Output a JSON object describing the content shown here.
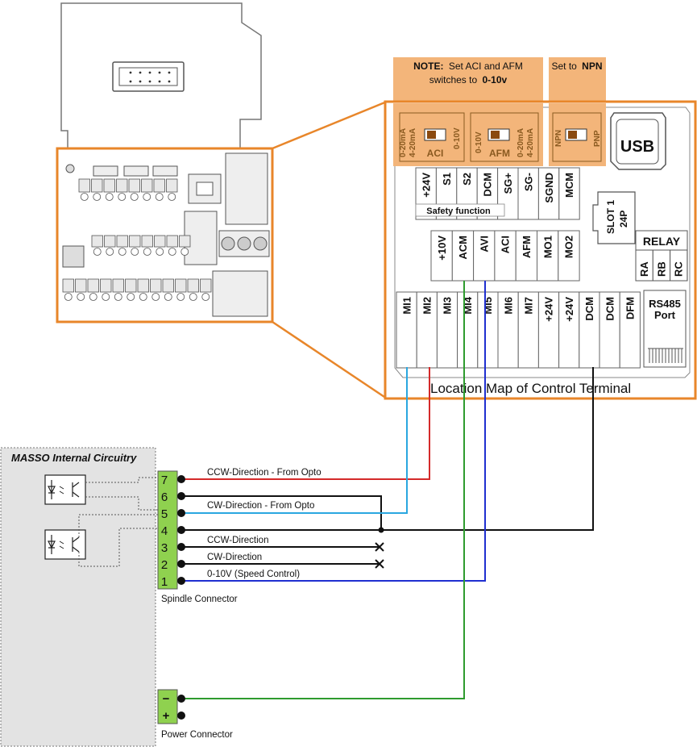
{
  "notes": {
    "note_label": "NOTE:",
    "note_text": "Set ACI and AFM",
    "note_text2": "switches to",
    "note_value": "0-10v",
    "npn_text": "Set to",
    "npn_value": "NPN"
  },
  "switches": {
    "aci": {
      "left1": "0-20mA",
      "left2": "4-20mA",
      "right": "0-10V",
      "name": "ACI"
    },
    "afm": {
      "left": "0-10V",
      "right1": "0-20mA",
      "right2": "4-20mA",
      "name": "AFM"
    },
    "npn": {
      "left": "NPN",
      "right": "PNP"
    }
  },
  "usb_label": "USB",
  "terminal_row1": [
    "+24V",
    "S1",
    "S2",
    "DCM",
    "SG+",
    "SG-",
    "SGND",
    "MCM"
  ],
  "safety_function": "Safety function",
  "slot": {
    "line1": "SLOT 1",
    "line2": "24P"
  },
  "relay": {
    "title": "RELAY",
    "pins": [
      "RA",
      "RB",
      "RC"
    ]
  },
  "terminal_row2": [
    "+10V",
    "ACM",
    "AVI",
    "ACI",
    "AFM",
    "MO1",
    "MO2"
  ],
  "terminal_row3": [
    "MI1",
    "MI2",
    "MI3",
    "MI4",
    "MI5",
    "MI6",
    "MI7",
    "+24V",
    "+24V",
    "DCM",
    "DCM",
    "DFM"
  ],
  "rs485": {
    "line1": "RS485",
    "line2": "Port"
  },
  "map_caption": "Location Map of Control Terminal",
  "masso_title": "MASSO Internal Circuitry",
  "spindle": {
    "caption": "Spindle Connector",
    "pins": [
      "7",
      "6",
      "5",
      "4",
      "3",
      "2",
      "1"
    ]
  },
  "wires": {
    "pin7": "CCW-Direction - From Opto",
    "pin5": "CW-Direction - From Opto",
    "pin3": "CCW-Direction",
    "pin2": "CW-Direction",
    "pin1": "0-10V (Speed Control)"
  },
  "power": {
    "caption": "Power Connector",
    "minus": "−",
    "plus": "+"
  },
  "colors": {
    "orange": "#e8862a",
    "note_fill": "#f3b57a",
    "green_connector": "#8fd14f",
    "wire_red": "#d42a2a",
    "wire_cyan": "#2aa7e0",
    "wire_green": "#2e9b2e",
    "wire_blue": "#1f2fd0",
    "wire_black": "#111111"
  }
}
